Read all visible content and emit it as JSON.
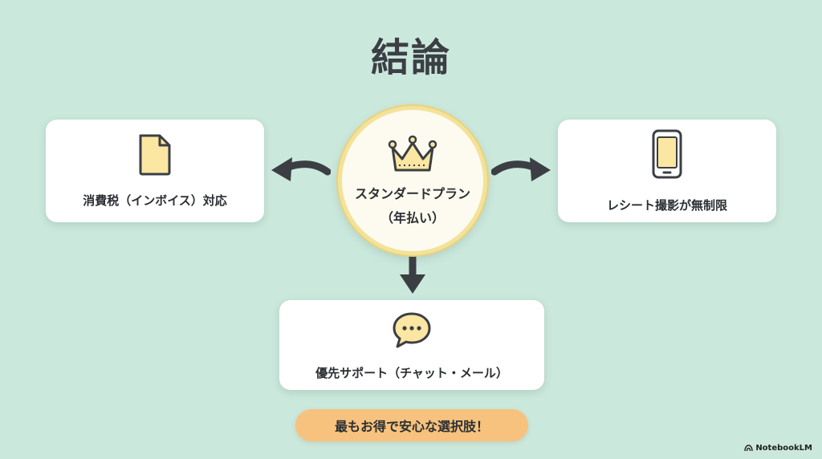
{
  "title": "結論",
  "center": {
    "icon": "crown-icon",
    "plan_name": "スタンダードプラン",
    "plan_term": "（年払い）"
  },
  "cards": {
    "invoice": {
      "icon": "document-icon",
      "label": "消費税（インボイス）対応"
    },
    "receipt": {
      "icon": "smartphone-icon",
      "label": "レシート撮影が無制限"
    },
    "support": {
      "icon": "chat-bubble-icon",
      "label": "優先サポート（チャット・メール）"
    }
  },
  "conclusion": "最もお得で安心な選択肢！",
  "brand": "NotebookLM",
  "colors": {
    "background": "#cbe8dc",
    "icon_fill": "#fbe6a2",
    "icon_stroke": "#3b3f44",
    "pill": "#f7c27d",
    "arrow": "#3b3f44"
  }
}
